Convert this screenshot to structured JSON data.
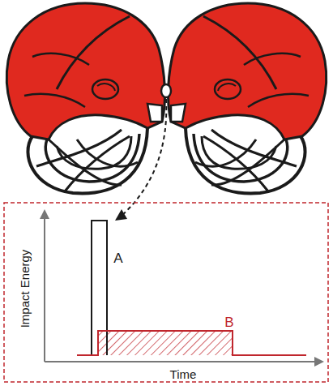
{
  "diagram": {
    "labels": [
      "Impact Energy",
      "A",
      "B",
      "Time"
    ]
  }
}
